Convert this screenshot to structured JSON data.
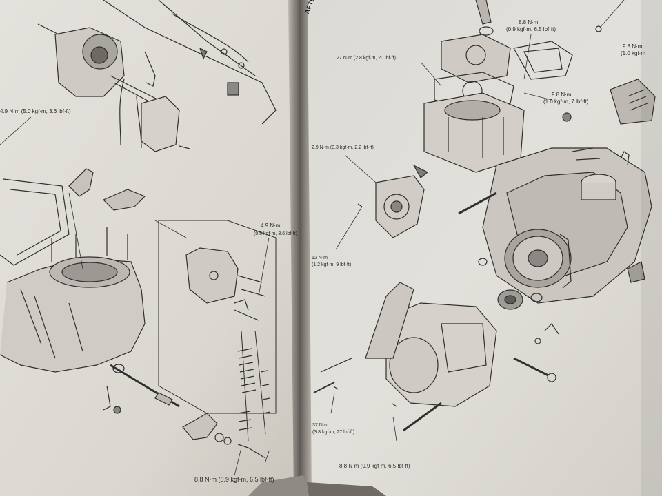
{
  "scene": {
    "description_tag": "open-service-manual-engine-exploded-view"
  },
  "left_page": {
    "torque_top": "4.9 N·m (5.0 kgf·m, 3.6 lbf·ft)",
    "torque_mid_1": "4.9 N·m",
    "torque_mid_2": "(0.5 kgf·m, 3.6 lbf·ft)",
    "torque_bottom": "8.8 N·m (0.9 kgf·m, 6.5 lbf·ft)"
  },
  "right_page": {
    "header": "AFTER",
    "torque_tr_1": "8.8 N·m",
    "torque_tr_2": "(0.9 kgf·m, 6.5 lbf·ft)",
    "torque_far_right_1": "9.8 N·m",
    "torque_far_right_2": "(1.0 kgf·m",
    "torque_27": "27 N·m (2.8 kgf·m, 20 lbf·ft)",
    "torque_98_1": "9.8 N·m",
    "torque_98_2": "(1.0 kgf·m, 7 lbf·ft)",
    "torque_29": "2.9 N·m (0.3 kgf·m, 2.2 lbf·ft)",
    "torque_12_1": "12 N·m",
    "torque_12_2": "(1.2 kgf·m, 9 lbf·ft)",
    "torque_37_1": "37 N·m",
    "torque_37_2": "(3.8 kgf·m, 27 lbf·ft)",
    "torque_bottom": "8.8 N·m (0.9 kgf·m, 6.5 lbf·ft)"
  }
}
